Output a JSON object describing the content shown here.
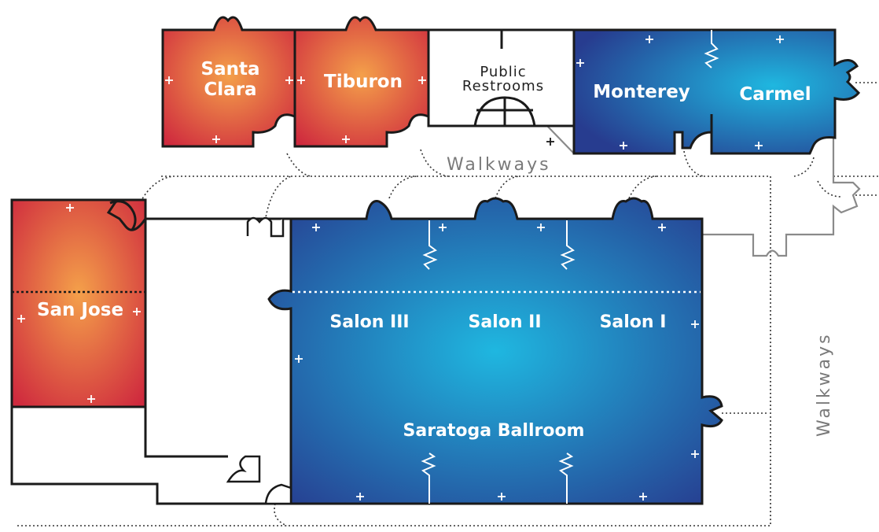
{
  "colors": {
    "warm_center": "#f4a04a",
    "warm_edge": "#cf2a3e",
    "cool_center": "#1fb7e0",
    "cool_edge": "#273c8f"
  },
  "rooms": {
    "santa_clara_line1": "Santa",
    "santa_clara_line2": "Clara",
    "tiburon": "Tiburon",
    "restrooms_line1": "Public",
    "restrooms_line2": "Restrooms",
    "monterey": "Monterey",
    "carmel": "Carmel",
    "san_jose": "San Jose",
    "salon_3": "Salon III",
    "salon_2": "Salon II",
    "salon_1": "Salon I",
    "saratoga": "Saratoga Ballroom"
  },
  "walkways": {
    "top": "Walkways",
    "right": "Walkways"
  },
  "symbols": {
    "outlet": "+"
  }
}
